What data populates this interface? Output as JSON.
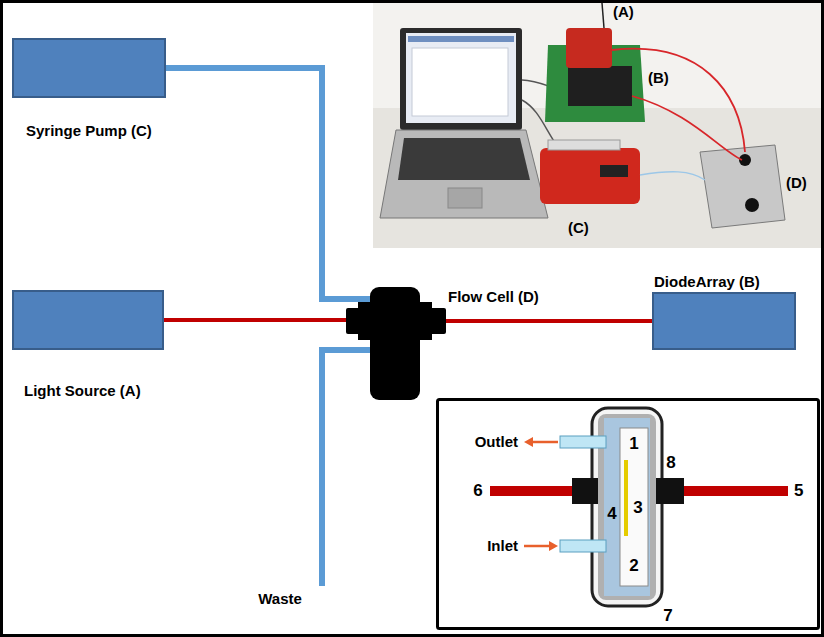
{
  "diagram": {
    "nodes": [
      {
        "text": [
          "Syringe Pump (C)"
        ]
      },
      {
        "text": [
          "Light Source (A)"
        ]
      },
      {
        "text": [
          "Flow Cell (D)"
        ]
      },
      {
        "text": [
          "DiodeArray (B)"
        ]
      }
    ],
    "edges": [
      {
        "from": 0,
        "to": 2,
        "arrow": "none"
      },
      {
        "from": 1,
        "to": 2,
        "arrow": "none"
      },
      {
        "from": 2,
        "to": 3,
        "arrow": "none"
      }
    ],
    "labels": [
      "(A)",
      "(B)",
      "(C)",
      "(D)",
      "Waste",
      "Outlet",
      "Inlet",
      "1",
      "2",
      "3",
      "4",
      "5",
      "6",
      "7",
      "8"
    ]
  }
}
